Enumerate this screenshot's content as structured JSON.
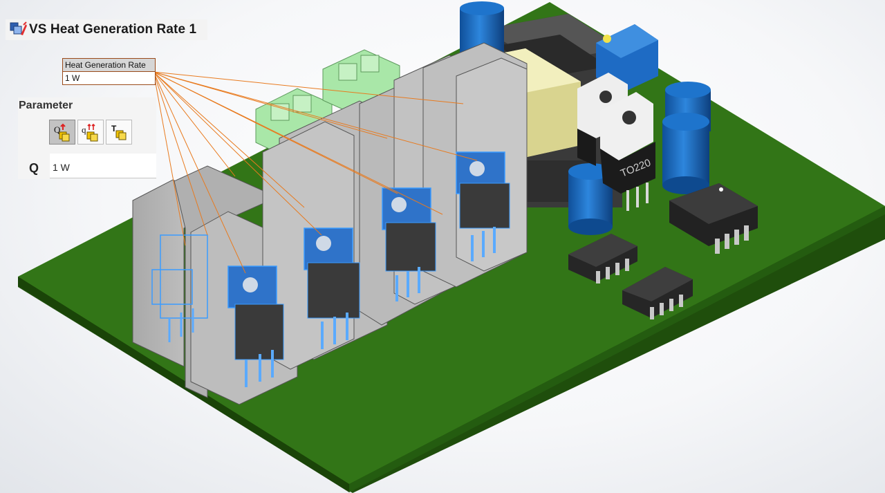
{
  "feature": {
    "title": "VS Heat Generation Rate 1",
    "icon": "heat-generation-icon"
  },
  "callout": {
    "header": "Heat Generation Rate",
    "value": "1 W"
  },
  "parameter_panel": {
    "title": "Parameter",
    "buttons": [
      {
        "icon": "heat-rate-q-icon",
        "label": "Q",
        "active": true
      },
      {
        "icon": "heat-flux-q-icon",
        "label": "q",
        "active": false
      },
      {
        "icon": "temperature-t-icon",
        "label": "T",
        "active": false
      }
    ],
    "q_label": "Q",
    "q_value": "1 W"
  },
  "model": {
    "part_label": "TO220",
    "colors": {
      "pcb": "#327517",
      "heatsink": "#b5b5b5",
      "selection_highlight": "#3a9bff",
      "leader_line": "#e87a1e",
      "capacitor": "#1f72c6",
      "connector": "#a8e6a8",
      "ic_body": "#2a2a2a"
    }
  }
}
